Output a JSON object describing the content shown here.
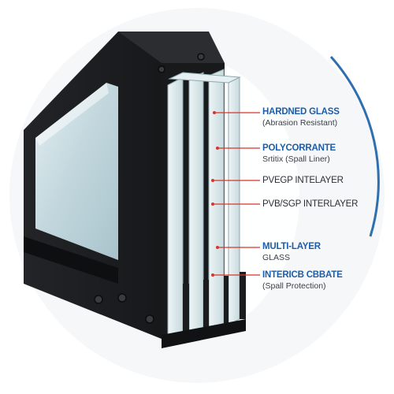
{
  "diagram": {
    "labels": [
      {
        "id": "hardened-glass",
        "line1": "HARDNED GLASS",
        "line2": "(Abrasion Resistant)",
        "accent": "blue"
      },
      {
        "id": "polycorrante",
        "line1": "POLYCORRANTE",
        "line2": "Srtitix (Spall Liner)",
        "accent": "blue"
      },
      {
        "id": "pvegp-interlayer",
        "line1": "PVEGP INTELAYER",
        "line2": "",
        "accent": "plain"
      },
      {
        "id": "pvb-sgp-interlayer",
        "line1": "PVB/SGP INTERLAYER",
        "line2": "",
        "accent": "plain"
      },
      {
        "id": "multi-layer-glass",
        "line1": "MULTI-LAYER",
        "line2": "GLASS",
        "accent": "blue"
      },
      {
        "id": "intericb-cbbate",
        "line1": "INTERICB CBBATE",
        "line2": "(Spall Protection)",
        "accent": "blue"
      }
    ]
  },
  "colors": {
    "frame": "#1b1c1e",
    "glass": "#c9dde2",
    "accent_blue": "#1d5da8",
    "leader_red": "#d9342b",
    "ring_blue": "#2f6fae"
  }
}
